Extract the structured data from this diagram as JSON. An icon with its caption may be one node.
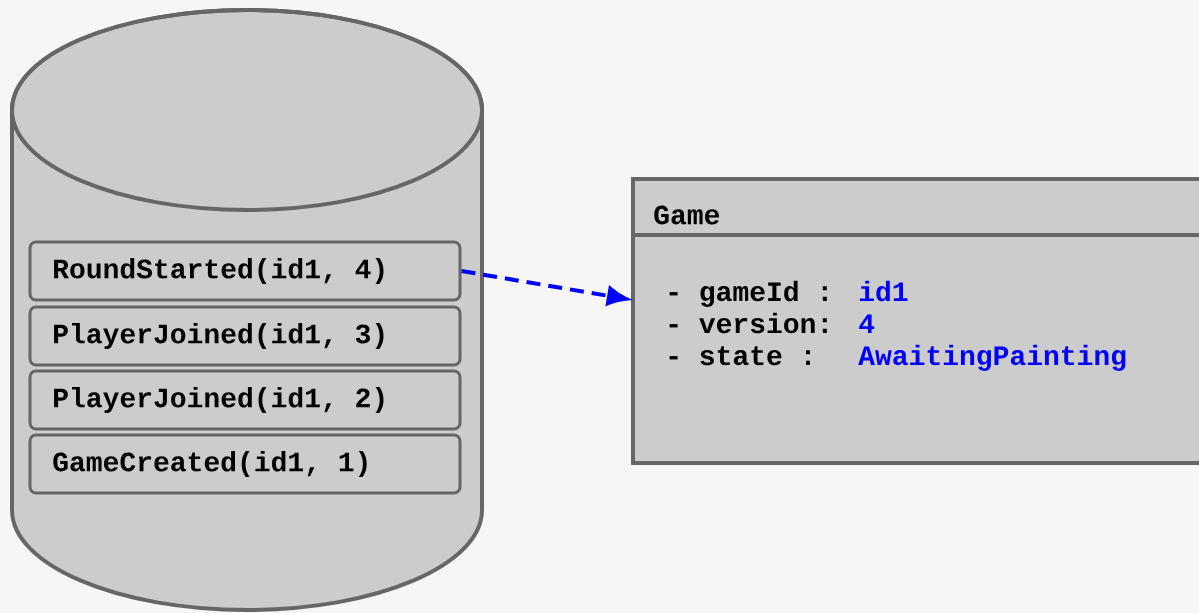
{
  "diagram": {
    "nodes": [
      {
        "text": [],
        "shape": "cylinder"
      },
      {
        "text": [
          "RoundStarted(id1, 4)"
        ],
        "in": 0
      },
      {
        "text": [
          "PlayerJoined(id1, 3)"
        ],
        "in": 0
      },
      {
        "text": [
          "PlayerJoined(id1, 2)"
        ],
        "in": 0
      },
      {
        "text": [
          "GameCreated(id1, 1)"
        ],
        "in": 0
      },
      {
        "text": [
          "Game",
          "- gameId :",
          "id1",
          "- version:",
          "4",
          "- state :",
          "AwaitingPainting"
        ]
      }
    ],
    "edges": [
      {
        "from": 1,
        "to": 5,
        "arrow": "to",
        "style": "dashed",
        "color": "#0000ff"
      }
    ]
  }
}
